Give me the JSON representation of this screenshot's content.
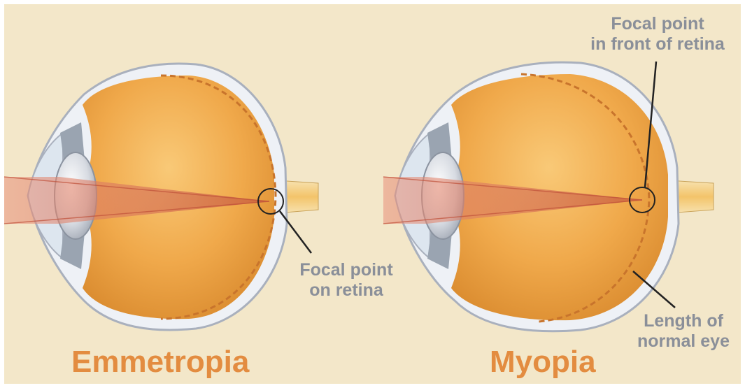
{
  "left_eye": {
    "title": "Emmetropia",
    "callout": {
      "line1": "Focal point",
      "line2": "on retina"
    }
  },
  "right_eye": {
    "title": "Myopia",
    "callout_top": {
      "line1": "Focal point",
      "line2": "in front of retina"
    },
    "callout_bottom": {
      "line1": "Length of",
      "line2": "normal eye"
    }
  },
  "colors": {
    "background": "#f3e7c9",
    "eyeball": "#f0a94b",
    "sclera": "#eef1f6",
    "light_beam": "#d9785f",
    "label_text": "#8a8f99",
    "title_text": "#e38c40",
    "dashed_retina": "#c8742c"
  },
  "icons": [
    "eye-cross-section",
    "lens",
    "optic-nerve",
    "focal-point-circle"
  ]
}
